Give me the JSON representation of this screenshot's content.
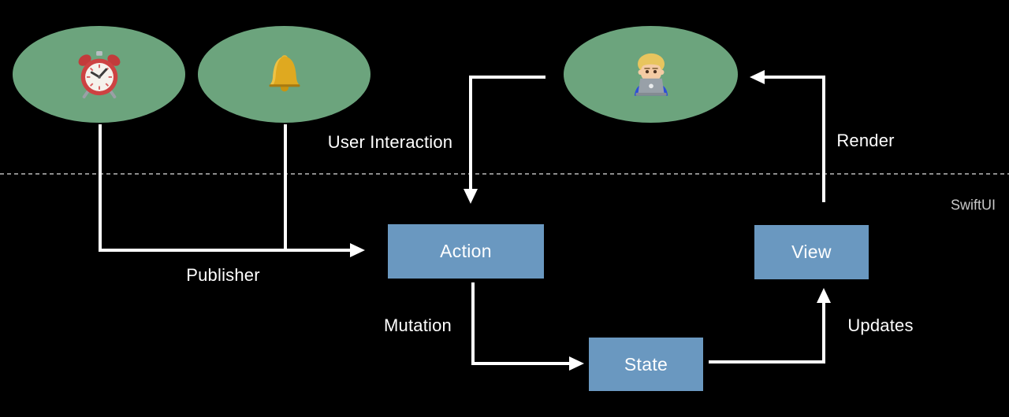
{
  "watermark": {
    "label": "SwiftUI"
  },
  "nodes": {
    "alarm": {
      "icon": "alarm-clock-icon",
      "emoji": "⏰"
    },
    "bell": {
      "icon": "bell-icon",
      "emoji": "🔔"
    },
    "user": {
      "icon": "man-technologist-icon",
      "emoji": "👨🏼‍💻"
    },
    "action": {
      "label": "Action"
    },
    "state": {
      "label": "State"
    },
    "view": {
      "label": "View"
    }
  },
  "edges": {
    "publisher": {
      "label": "Publisher",
      "from": "alarm, bell",
      "to": "action"
    },
    "user_interaction": {
      "label": "User Interaction",
      "from": "user",
      "to": "action"
    },
    "mutation": {
      "label": "Mutation",
      "from": "action",
      "to": "state"
    },
    "updates": {
      "label": "Updates",
      "from": "state",
      "to": "view"
    },
    "render": {
      "label": "Render",
      "from": "view",
      "to": "user"
    }
  },
  "colors": {
    "background": "#000000",
    "ellipse_fill": "#6CA47D",
    "box_fill": "#6A98C0",
    "arrow": "#FFFFFF",
    "divider": "#8C8C8C",
    "box_text": "#FFFFFF",
    "label_text": "#FFFFFF",
    "watermark_text": "#C9C9C9"
  }
}
